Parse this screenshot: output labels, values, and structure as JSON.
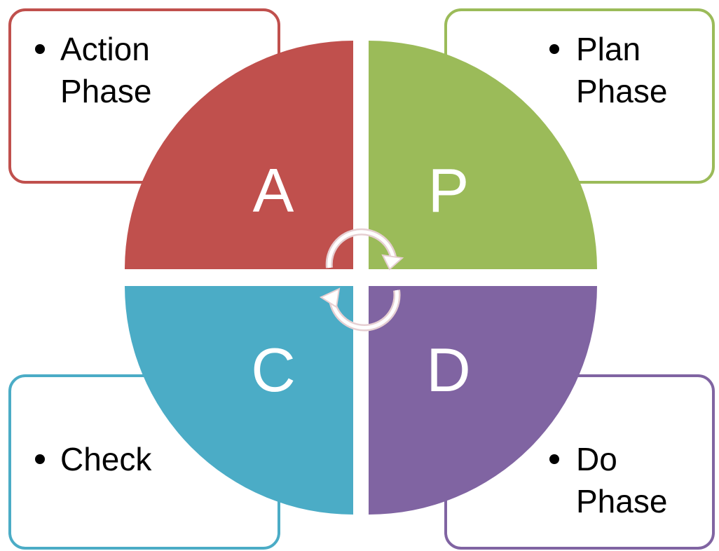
{
  "quadrants": [
    {
      "id": "action",
      "letter": "A",
      "label": "Action\nPhase",
      "color": "#C0504D"
    },
    {
      "id": "plan",
      "letter": "P",
      "label": "Plan\nPhase",
      "color": "#9BBB59"
    },
    {
      "id": "check",
      "letter": "C",
      "label": "Check",
      "color": "#4BACC6"
    },
    {
      "id": "do",
      "letter": "D",
      "label": "Do\nPhase",
      "color": "#8064A2"
    }
  ],
  "cycle_arrow_color": "#E6CFD2",
  "background_color": "#FFFFFF"
}
